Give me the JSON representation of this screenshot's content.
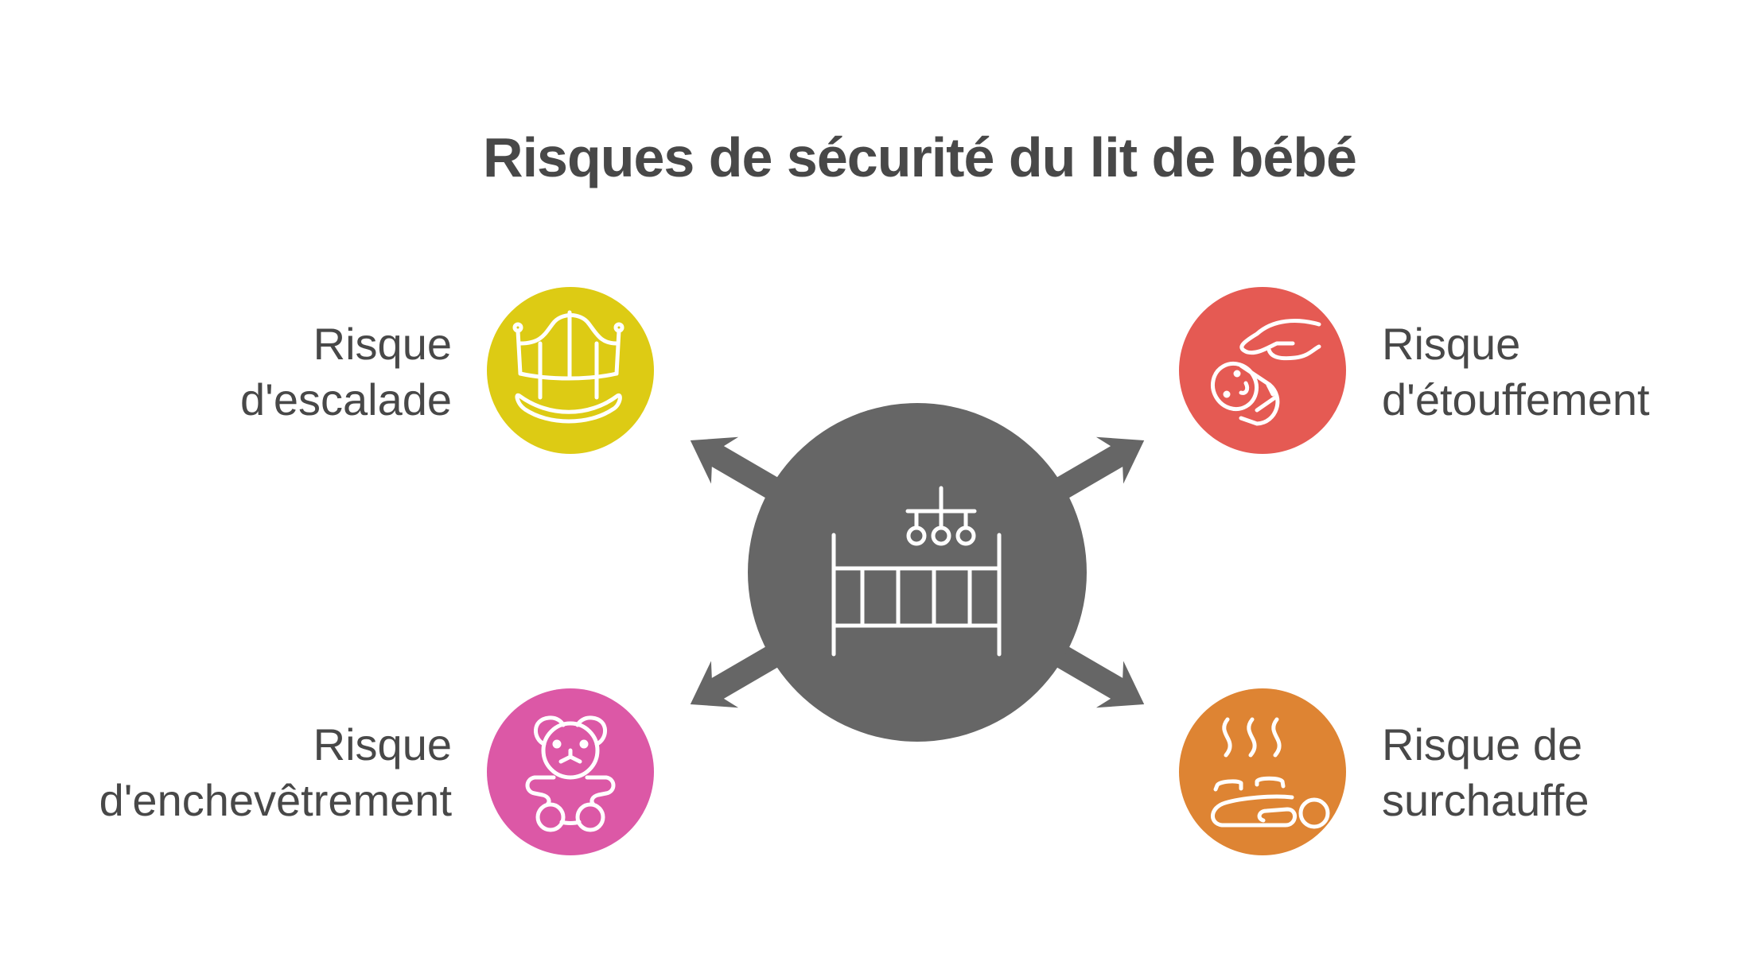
{
  "title": "Risques de sécurité du lit de bébé",
  "center": {
    "icon": "crib-with-mobile-icon",
    "color": "#666666"
  },
  "items": [
    {
      "position": "top-left",
      "line1": "Risque",
      "line2": "d'escalade",
      "icon": "rocking-crib-icon",
      "color": "#DDCB14"
    },
    {
      "position": "top-right",
      "line1": "Risque",
      "line2": "d'étouffement",
      "icon": "hand-over-swaddled-baby-icon",
      "color": "#E55A53"
    },
    {
      "position": "bottom-left",
      "line1": "Risque",
      "line2": "d'enchevêtrement",
      "icon": "teddy-bear-icon",
      "color": "#DC58A6"
    },
    {
      "position": "bottom-right",
      "line1": "Risque de",
      "line2": "surchauffe",
      "icon": "overheated-baby-icon",
      "color": "#DE8433"
    }
  ],
  "text_color": "#484848",
  "arrow_color": "#666666"
}
